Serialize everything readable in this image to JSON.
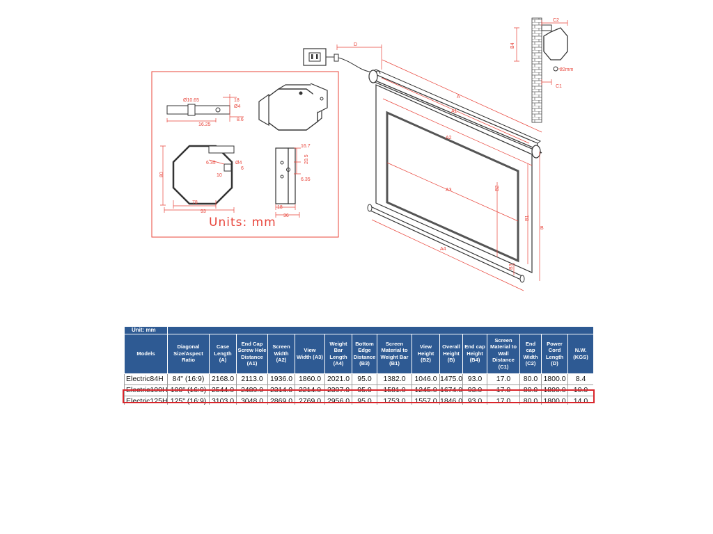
{
  "diagram": {
    "units_label": "Units: mm",
    "detail_labels": {
      "phi1065": "Ø10.65",
      "dim18a": "18",
      "phi4a": "Ø4",
      "dim1625": "16.25",
      "dim86": "8.6",
      "dim635a": "6.35",
      "phi4b": "Ø4",
      "dim6": "6",
      "dim10": "10",
      "dim80": "80",
      "dim78": "78",
      "dim93": "93",
      "dim167": "16.7",
      "dim205": "20.5",
      "dim635b": "6.35",
      "dim18b": "18",
      "dim36": "36"
    },
    "screen_labels": {
      "D": "D",
      "A": "A",
      "A1": "A1",
      "A2": "A2",
      "A3": "A3",
      "A4": "A4",
      "B": "B",
      "B1": "B1",
      "B2": "B2",
      "B3": "B3"
    },
    "wall_labels": {
      "C2": "C2",
      "B4": "B4",
      "C1": "C1",
      "mm22": "22mm"
    }
  },
  "table": {
    "unit_label": "Unit: mm",
    "headers": [
      "Models",
      "Diagonal Size/Aspect Ratio",
      "Case Length (A)",
      "End Cap Screw Hole Distance (A1)",
      "Screen Width (A2)",
      "View Width (A3)",
      "Weight Bar Length (A4)",
      "Bottom Edge Distance (B3)",
      "Screen Material to Weight Bar (B1)",
      "View Height (B2)",
      "Overall Height (B)",
      "End cap Height (B4)",
      "Screen Material to Wall Distance (C1)",
      "End cap Width (C2)",
      "Power Cord Length (D)",
      "N.W. (KGS)"
    ],
    "rows": [
      [
        "Electric84H",
        "84\" (16:9)",
        "2168.0",
        "2113.0",
        "1936.0",
        "1860.0",
        "2021.0",
        "95.0",
        "1382.0",
        "1046.0",
        "1475.0",
        "93.0",
        "17.0",
        "80.0",
        "1800.0",
        "8.4"
      ],
      [
        "Electric100H",
        "100\" (16:9)",
        "2544.0",
        "2489.0",
        "2314.0",
        "2214.0",
        "2397.0",
        "95.0",
        "1581.0",
        "1245.0",
        "1674.0",
        "93.0",
        "17.0",
        "80.0",
        "1800.0",
        "10.0"
      ],
      [
        "Electric125H",
        "125\" (16:9)",
        "3103.0",
        "3048.0",
        "2869.0",
        "2769.0",
        "2956.0",
        "95.0",
        "1753.0",
        "1557.0",
        "1846.0",
        "93.0",
        "17.0",
        "80.0",
        "1800.0",
        "14.0"
      ]
    ],
    "highlighted_row": 2
  },
  "colors": {
    "header_bg": "#2e5a93",
    "dimension_red": "#e8443a",
    "highlight_red": "#d9252b"
  }
}
